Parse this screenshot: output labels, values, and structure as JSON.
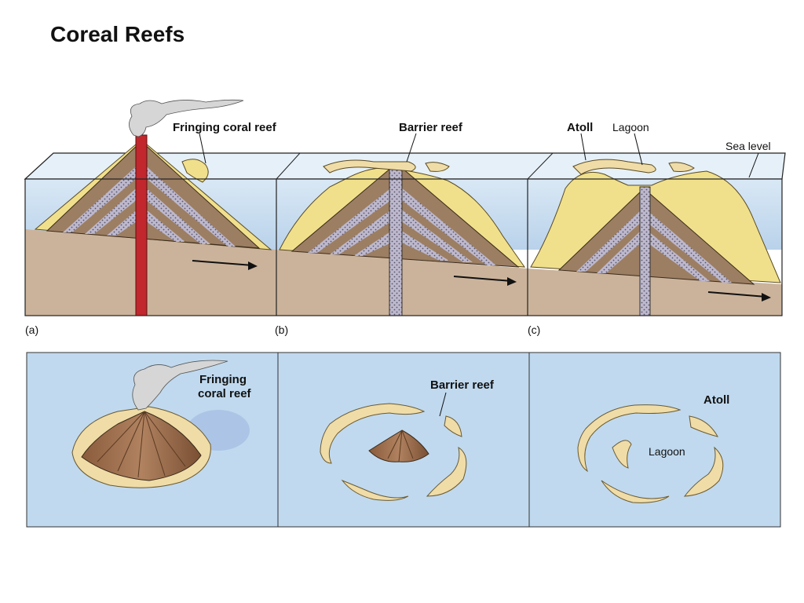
{
  "title": "Coreal Reefs",
  "panels": [
    {
      "letter": "(a)",
      "section_label": "Fringing coral reef",
      "map_label_line1": "Fringing",
      "map_label_line2": "coral reef"
    },
    {
      "letter": "(b)",
      "section_label": "Barrier reef",
      "map_label": "Barrier reef"
    },
    {
      "letter": "(c)",
      "section_label_atoll": "Atoll",
      "section_label_lagoon": "Lagoon",
      "section_label_sea": "Sea level",
      "map_label_atoll": "Atoll",
      "map_label_lagoon": "Lagoon"
    }
  ],
  "colors": {
    "water": "#c7dcef",
    "sand": "#f0e08c",
    "rock": "#9c7e62",
    "ash": "#b7b2c7",
    "ground": "#cbb39b",
    "lava": "#c1272d",
    "reef": "#efdca7",
    "map_sea": "#c0d9ef"
  }
}
